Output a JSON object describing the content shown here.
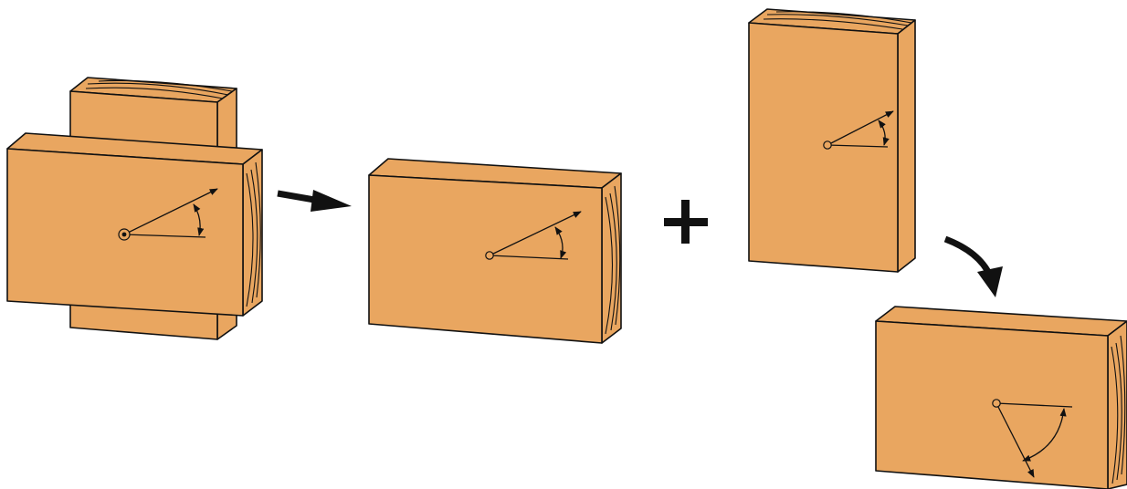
{
  "colors": {
    "wood": "#E9A660",
    "outline": "#111111",
    "background": "#FFFFFF"
  },
  "icons": {
    "process_arrow": "arrow-right-icon",
    "combine": "plus-icon",
    "rotate": "curved-arrow-down-icon"
  },
  "diagram": {
    "steps": [
      "assembled-joint",
      "member-1",
      "member-2",
      "member-2-rotated"
    ]
  }
}
